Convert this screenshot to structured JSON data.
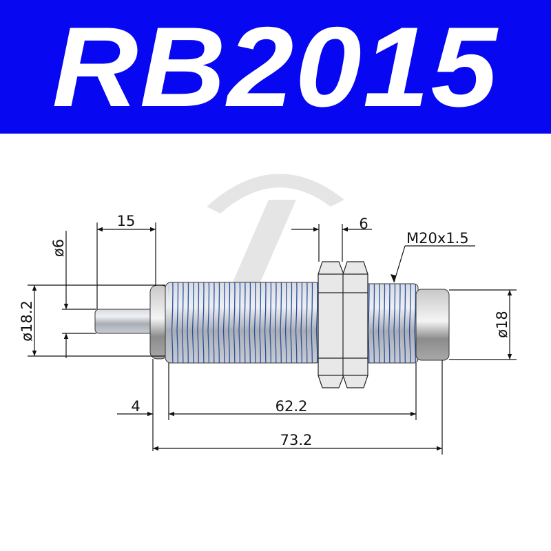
{
  "title": "RB2015",
  "colors": {
    "banner": "#0707f2",
    "thread": "#2a4fa0",
    "body": "#b9bec6"
  },
  "dimensions": {
    "rod_stroke": "15",
    "nut_width": "6",
    "thread_spec": "M20x1.5",
    "rod_diameter": "ø6",
    "flange_diameter": "ø18.2",
    "cap_diameter": "ø18",
    "flange_length": "4",
    "thread_length": "62.2",
    "total_length": "73.2"
  }
}
